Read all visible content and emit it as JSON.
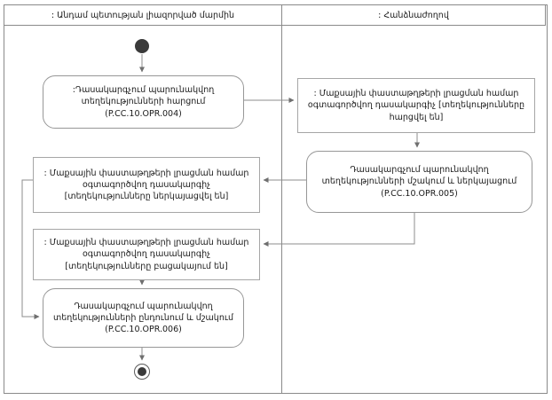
{
  "diagram": {
    "type": "uml-activity-swimlane",
    "lanes": [
      {
        "id": "member-state",
        "header": ": Անդամ պետության լիազորված մարմին"
      },
      {
        "id": "commission",
        "header": ": Հանձնաժողով"
      }
    ],
    "nodes": {
      "start": {
        "kind": "initial-node"
      },
      "l1": {
        "kind": "activity",
        "lane": "member-state",
        "label": ":Դասակարգչում պարունակվող տեղեկությունների հարցում (P.CC.10.OPR.004)"
      },
      "r1": {
        "kind": "object",
        "lane": "commission",
        "label": ": Մաքսային փաստաթղթերի լրացման համար օգտագործվող դասակարգիչ [տեղեկությունները հարցվել են]"
      },
      "r2": {
        "kind": "activity",
        "lane": "commission",
        "label": "Դասակարգչում պարունակվող տեղեկությունների մշակում և ներկայացում (P.CC.10.OPR.005)"
      },
      "l2": {
        "kind": "object",
        "lane": "member-state",
        "label": ": Մաքսային փաստաթղթերի լրացման համար օգտագործվող դասակարգիչ [տեղեկությունները ներկայացվել են]"
      },
      "l3": {
        "kind": "object",
        "lane": "member-state",
        "label": ": Մաքսային փաստաթղթերի լրացման համար օգտագործվող դասակարգիչ [տեղեկությունները բացակայում են]"
      },
      "l4": {
        "kind": "activity",
        "lane": "member-state",
        "label": "Դասակարգչում պարունակվող տեղեկությունների ընդունում և մշակում (P.CC.10.OPR.006)"
      },
      "end": {
        "kind": "final-node"
      }
    },
    "edges": [
      "start->l1",
      "l1->r1",
      "r1->r2",
      "r2->l2",
      "r2->l3",
      "l2->l4",
      "l3->l4",
      "l4->end"
    ],
    "colors": {
      "line": "#8c8c8c",
      "box_border": "#9a9a9a",
      "text": "#1a1a1a",
      "node_fill": "#3a3a3a",
      "background": "#ffffff"
    }
  }
}
